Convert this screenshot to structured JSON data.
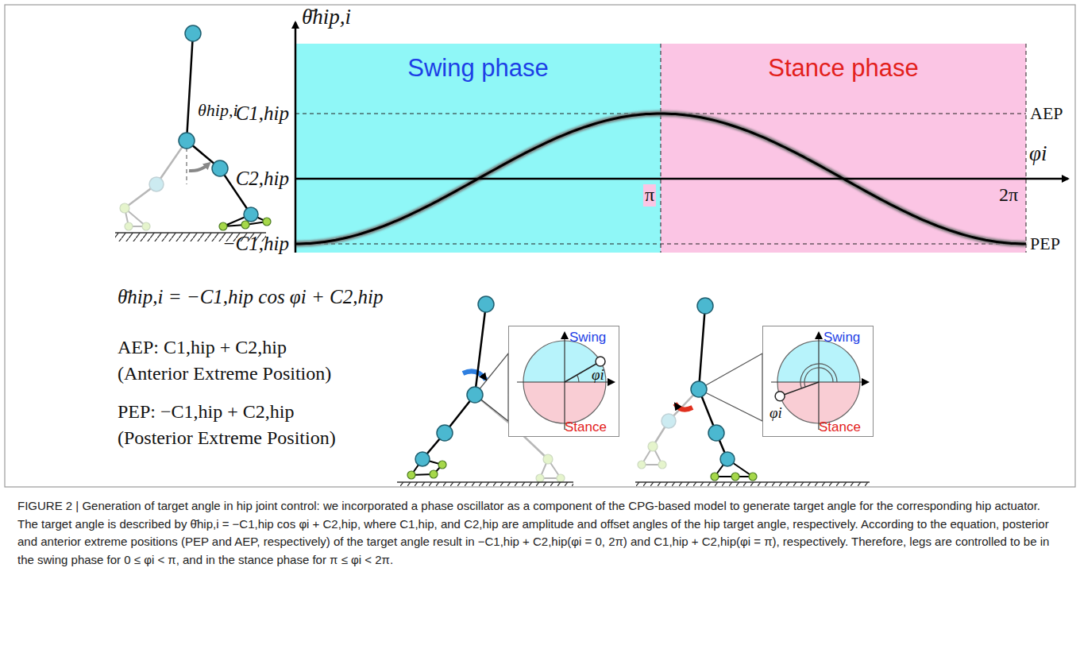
{
  "diagram": {
    "caption": "FIGURE 2 | Generation of target angle in hip joint control: we incorporated a phase oscillator as a component of the CPG-based model to generate target angle for the corresponding hip actuator. The target angle is described by θ̄hip,i = −C1,hip cos φi + C2,hip, where C1,hip, and C2,hip are amplitude and offset angles of the hip target angle, respectively. According to the equation, posterior and anterior extreme positions (PEP and AEP, respectively) of the target angle result in −C1,hip + C2,hip(φi = 0, 2π) and C1,hip + C2,hip(φi = π), respectively. Therefore, legs are controlled to be in the swing phase for 0 ≤ φi < π, and in the stance phase for π ≤ φi < 2π.",
    "nodes": [
      {
        "text": [
          "Swing phase"
        ]
      },
      {
        "text": [
          "Stance phase"
        ]
      },
      {
        "text": [
          "Swing",
          "Stance",
          "φi"
        ]
      },
      {
        "text": [
          "Swing",
          "Stance",
          "φi"
        ]
      }
    ],
    "labels": [
      "θ̄hip,i",
      "C1,hip",
      "C2,hip",
      "−C1,hip",
      "π",
      "2π",
      "φi",
      "AEP",
      "PEP",
      "θhip,i",
      "θ̄hip,i = −C1,hip cos φi + C2,hip",
      "AEP:  C1,hip + C2,hip",
      "(Anterior Extreme Position)",
      "PEP:  −C1,hip + C2,hip",
      "(Posterior Extreme Position)"
    ]
  }
}
